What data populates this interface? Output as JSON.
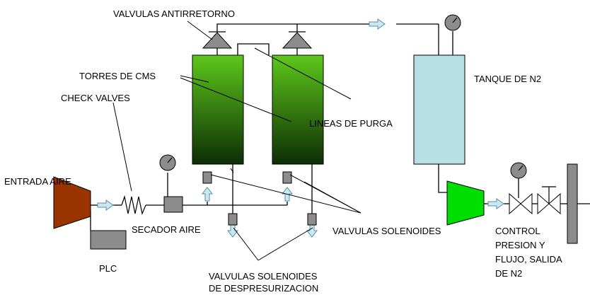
{
  "labels": {
    "valvulas_antirretorno": "VALVULAS ANTIRRETORNO",
    "torres_cms": "TORRES DE CMS",
    "check_valves": "CHECK VALVES",
    "lineas_purga": "LINEAS DE PURGA",
    "tanque_n2": "TANQUE DE N2",
    "entrada_aire": "ENTRADA AIRE",
    "secador_aire": "SECADOR AIRE",
    "valvulas_solenoides": "VALVULAS SOLENOIDES",
    "plc": "PLC",
    "control_line1": "CONTROL",
    "control_line2": "PRESION Y",
    "control_line3": "FLUJO, SALIDA",
    "control_line4": "DE N2",
    "despres_line1": "VALVULAS SOLENOIDES",
    "despres_line2": "DE DESPRESURIZACION"
  },
  "colors": {
    "tower_top": "#5dc81b",
    "tower_bottom": "#0d2e06",
    "tank": "#b8dfe3",
    "compressor": "#993300",
    "n2_outlet": "#00dd00",
    "device_gray": "#8c8c8c",
    "arrow_fill": "#c9e9f2",
    "arrow_stroke": "#5a8fa0"
  }
}
